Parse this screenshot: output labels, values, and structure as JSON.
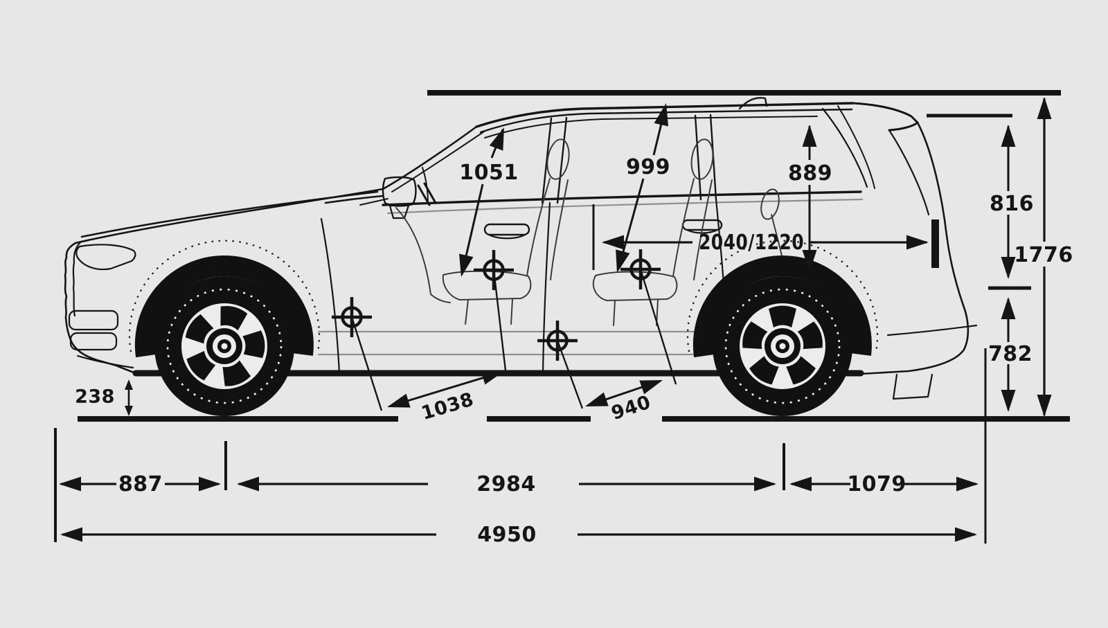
{
  "page": {
    "background_color": "#e7e7e7",
    "line_color": "#151515"
  },
  "diagram": {
    "type": "vehicle-side-view-dimension-drawing",
    "vehicle": "suv-silhouette",
    "units_implied": "mm",
    "dims": {
      "d1051": "1051",
      "d999": "999",
      "d889": "889",
      "d816": "816",
      "d1776": "1776",
      "d2040_1220": "2040/1220",
      "d782": "782",
      "d238": "238",
      "d1038": "1038",
      "d940": "940",
      "d887": "887",
      "d2984": "2984",
      "d1079": "1079",
      "d4950": "4950"
    }
  }
}
